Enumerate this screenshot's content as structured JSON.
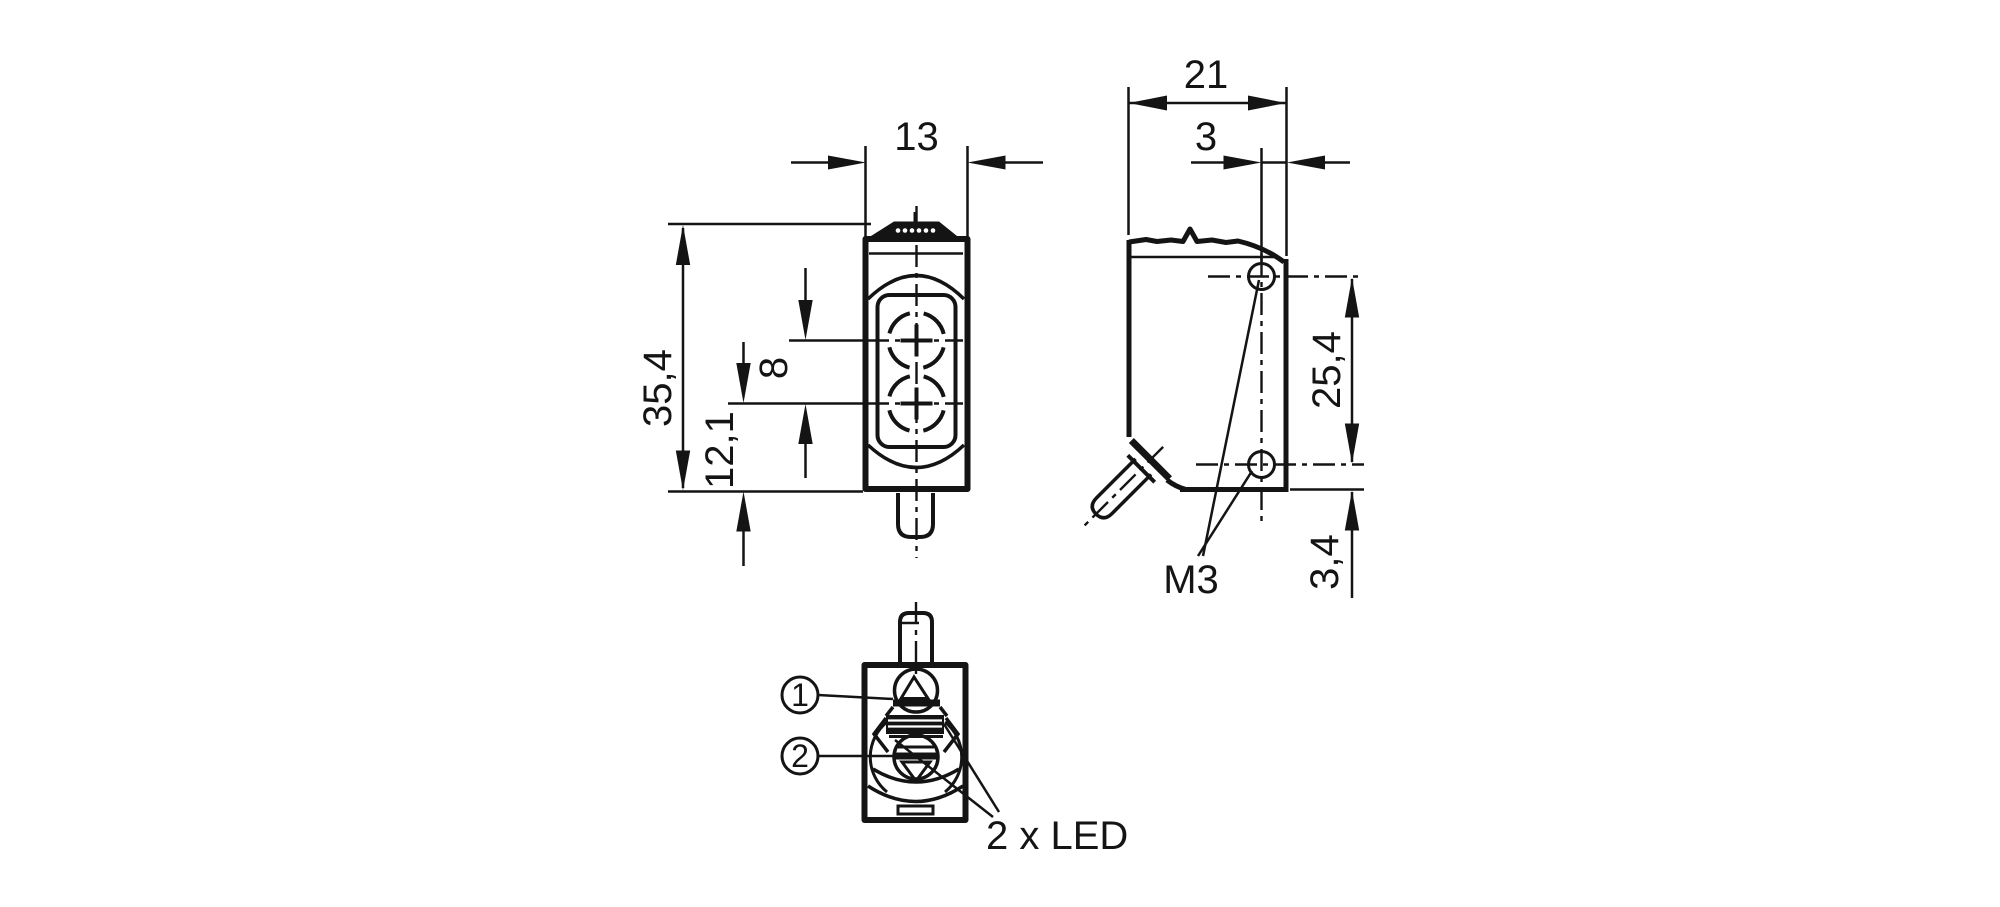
{
  "drawing": {
    "kind": "sensor dimensional drawing",
    "colors": {
      "background": "#ffffff",
      "line": "#141414"
    },
    "front_view": {
      "width": "13",
      "height": "35,4",
      "lens_spacing": "8",
      "lens_axis_to_bottom": "12,1"
    },
    "side_view": {
      "depth": "21",
      "hole_axis_to_face": "3",
      "hole_spacing": "25,4",
      "hole_axis_to_bottom": "3,4",
      "thread_label": "M3"
    },
    "bottom_view": {
      "callout_1": "1",
      "callout_2": "2",
      "led_label": "2 x LED"
    }
  }
}
